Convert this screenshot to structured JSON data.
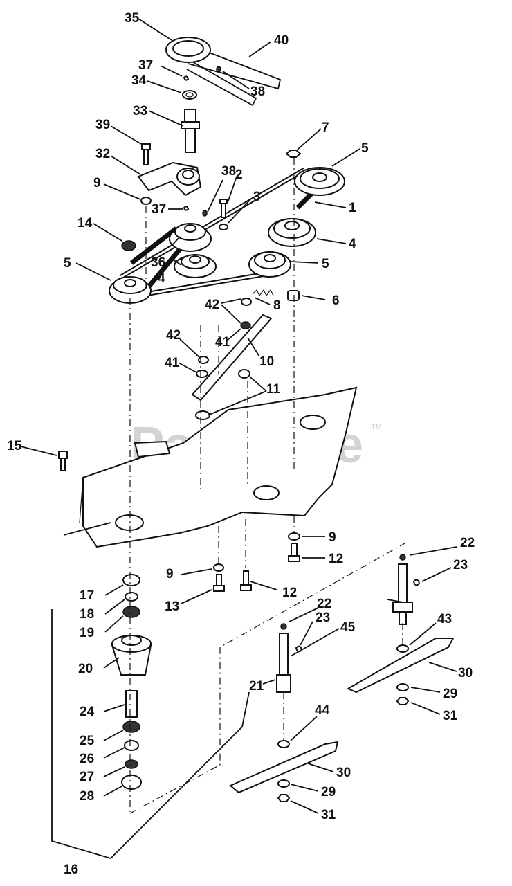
{
  "watermark": {
    "text": "PartsTree",
    "tm": "TM"
  },
  "labels": {
    "l1": "1",
    "l2": "2",
    "l3": "3",
    "l4a": "4",
    "l4b": "4",
    "l5a": "5",
    "l5b": "5",
    "l5c": "5",
    "l6": "6",
    "l7": "7",
    "l8": "8",
    "l9a": "9",
    "l9b": "9",
    "l9c": "9",
    "l10": "10",
    "l11": "11",
    "l12a": "12",
    "l12b": "12",
    "l13": "13",
    "l14": "14",
    "l15": "15",
    "l16": "16",
    "l17": "17",
    "l18": "18",
    "l19": "19",
    "l20": "20",
    "l21": "21",
    "l22a": "22",
    "l22b": "22",
    "l23a": "23",
    "l23b": "23",
    "l24": "24",
    "l25": "25",
    "l26": "26",
    "l27": "27",
    "l28": "28",
    "l29a": "29",
    "l29b": "29",
    "l30a": "30",
    "l30b": "30",
    "l31a": "31",
    "l31b": "31",
    "l32": "32",
    "l33": "33",
    "l34": "34",
    "l35": "35",
    "l36": "36",
    "l37a": "37",
    "l37b": "37",
    "l38a": "38",
    "l38b": "38",
    "l39": "39",
    "l40": "40",
    "l41a": "41",
    "l41b": "41",
    "l42a": "42",
    "l42b": "42",
    "l43": "43",
    "l44": "44",
    "l45": "45"
  }
}
